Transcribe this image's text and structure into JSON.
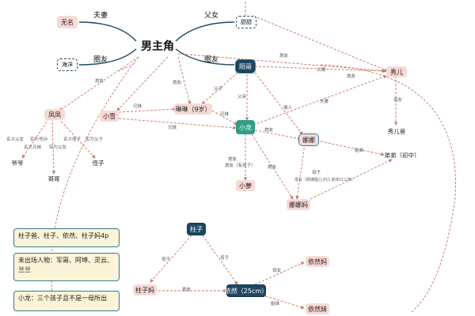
{
  "center": {
    "title": "男主角"
  },
  "top_labels": {
    "couple": "夫妻",
    "father_daughter": "父女",
    "friend_left": "圈友",
    "friend_right": "圈友"
  },
  "nodes": {
    "wuming": "无名",
    "haiyang": "海洋",
    "tiantian": "甜甜",
    "yangge": "阳哥",
    "xiuer": "秀儿",
    "xiuer_dad": "秀儿爸",
    "fengfeng": "凤凤",
    "linlin": "琳琳（9岁）",
    "xiaoxue": "小雪",
    "xiaolong": "小龙",
    "nana": "娜娜",
    "didi": "弟弟（初中）",
    "nana_mom": "娜娜妈",
    "xiaoluo": "小萝",
    "yeye": "爷爷",
    "gege": "哥哥",
    "zhizi": "侄子",
    "zhuzi": "柱子",
    "zhuzi_mom": "柱子妈",
    "yiran": "依然（25cm）",
    "yiran_mom": "依然妈",
    "yiran_sis": "依然妹"
  },
  "edge_labels": {
    "paoyou": "炮友",
    "fuzi": "父子",
    "fuqi": "夫妻",
    "gongxu": "公婿",
    "fuqin": "父亲",
    "qingren": "情人",
    "xiongmei": "兄妹",
    "fuyou_child": "炮友（有孩子）",
    "jiedi": "姐弟",
    "muzi": "母子",
    "munu": "母女",
    "jiemei": "姐妹",
    "mingyi_fuzi": "名义父女",
    "shiwei_fuqi": "实为爷孙",
    "mingyi_xiongmei": "名义兄妹",
    "shiwei_fuzi": "实为父女",
    "mingyi_zhizi": "名义侄子",
    "shiwei_fuzi2": "实为父子",
    "tongxue": "母女（网课姐儿子口 初中口三年）"
  },
  "notes": {
    "note1": "柱子爸、柱子、依然、柱子妈4p",
    "note2": "未出场人物：军哥、阿坤、灵云、兰兰",
    "note3": "小龙：三个孩子且不是一母所出"
  },
  "colors": {
    "pink": "#f7d9d6",
    "navy": "#1d4762",
    "teal": "#2f9e86",
    "edge": "#c97a6a",
    "note_bg": "#fbf4d6"
  }
}
